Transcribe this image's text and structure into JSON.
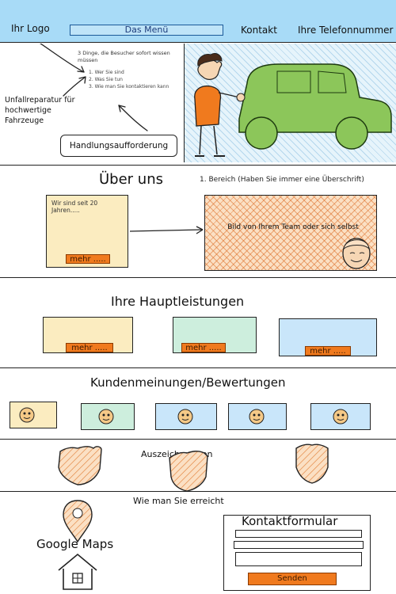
{
  "header": {
    "logo": "Ihr Logo",
    "menu": "Das Menü",
    "contact": "Kontakt",
    "phone": "Ihre Telefonnummer"
  },
  "hero": {
    "note_title": "3 Dinge, die Besucher sofort wissen müssen",
    "points": [
      "1. Wer Sie sind",
      "2. Was Sie tun",
      "3. Wie man Sie kontaktieren kann"
    ],
    "tagline": "Unfallreparatur für hochwertige Fahrzeuge",
    "cta": "Handlungsaufforderung"
  },
  "about": {
    "title": "Über uns",
    "section_note": "1. Bereich (Haben Sie immer eine Überschrift)",
    "card_text": "Wir sind seit 20 Jahren.....",
    "more": "mehr .....",
    "team_text": "Bild von Ihrem Team oder sich selbst"
  },
  "services": {
    "title": "Ihre Hauptleistungen",
    "more_labels": [
      "mehr .....",
      "mehr .....",
      "mehr ....."
    ]
  },
  "reviews": {
    "title": "Kundenmeinungen/Bewertungen"
  },
  "awards": {
    "title": "Auszeichnungen"
  },
  "reach": {
    "title": "Wie man Sie erreicht",
    "maps": "Google Maps"
  },
  "form": {
    "title": "Kontaktformular",
    "submit": "Senden"
  },
  "colors": {
    "header_blue": "#a8dbf7",
    "car_green": "#8cc65a",
    "accent_orange": "#f07a1e",
    "card_yellow": "#fbecc0",
    "card_mint": "#cdeedd",
    "card_blue": "#c9e6fa"
  }
}
